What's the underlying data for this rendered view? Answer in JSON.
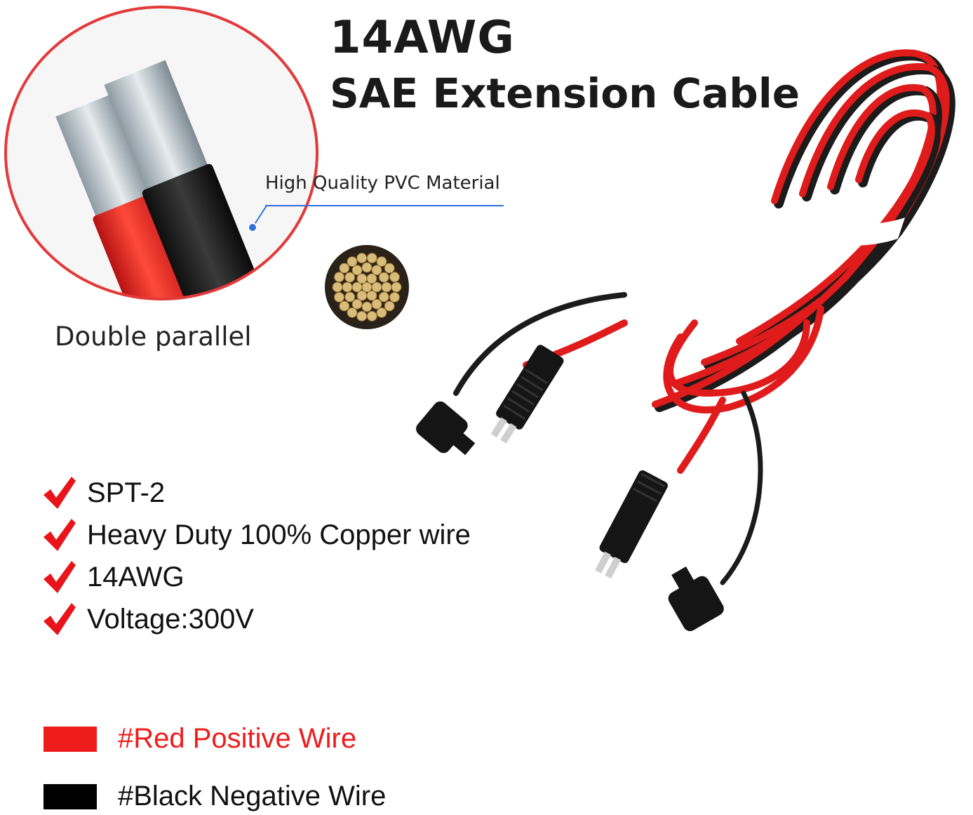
{
  "title": {
    "line1": "14AWG",
    "line2": "SAE Extension Cable"
  },
  "callout": {
    "label": "High Quality PVC Material"
  },
  "cable_closeup": {
    "caption": "Double parallel"
  },
  "features": [
    "SPT-2",
    "Heavy Duty 100% Copper wire",
    "14AWG",
    "Voltage:300V"
  ],
  "legend": [
    {
      "label": "#Red Positive Wire",
      "color": "#ef1c1c"
    },
    {
      "label": "#Black Negative Wire",
      "color": "#000000"
    }
  ],
  "colors": {
    "check": "#e8141a",
    "wire_red": "#e01b1b",
    "wire_black": "#1b1b1b",
    "callout_line": "#2f6fd6",
    "copper": "#c8a96a"
  },
  "icons": {
    "check": "check-icon"
  }
}
